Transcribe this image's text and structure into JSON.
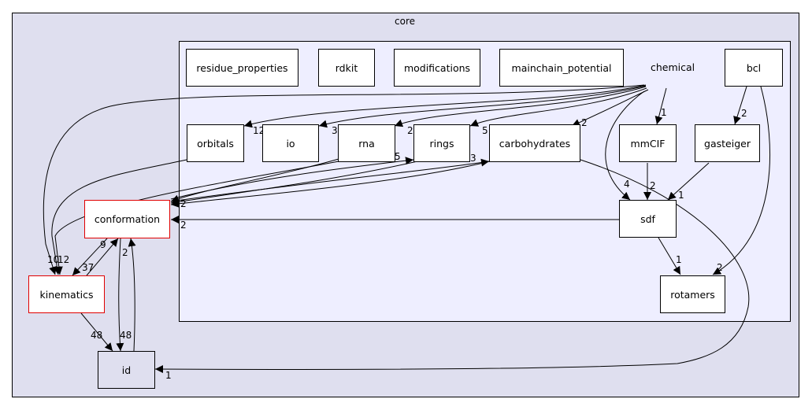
{
  "clusters": {
    "core": "core",
    "chemical": "chemical"
  },
  "nodes": {
    "residue_properties": "residue_properties",
    "rdkit": "rdkit",
    "modifications": "modifications",
    "mainchain_potential": "mainchain_potential",
    "bcl": "bcl",
    "orbitals": "orbitals",
    "io": "io",
    "rna": "rna",
    "rings": "rings",
    "carbohydrates": "carbohydrates",
    "mmCIF": "mmCIF",
    "gasteiger": "gasteiger",
    "sdf": "sdf",
    "rotamers": "rotamers",
    "conformation": "conformation",
    "kinematics": "kinematics",
    "id": "id"
  },
  "edge_labels": {
    "chem_orbitals": "12",
    "chem_io": "3",
    "chem_rna": "2",
    "chem_rings": "5",
    "chem_carbohydrates": "2",
    "chem_mmcif": "1",
    "chem_sdf": "4",
    "chem_kinematics": "10",
    "orbitals_kinematics": "12",
    "bcl_gasteiger": "2",
    "bcl_rotamers": "2",
    "mmcif_sdf": "2",
    "gasteiger_sdf": "1",
    "sdf_rotamers": "1",
    "sdf_conformation": "2",
    "rna_conformation": "2",
    "conformation_rings": "5",
    "conformation_carbohydrates": "3",
    "carbohydrates_id": "1",
    "kinematics_conformation": "9",
    "conformation_kinematics": "37",
    "conformation_id": "2",
    "kinematics_id": "48",
    "id_conformation": "48"
  },
  "colors": {
    "core_fill": "#dfdfef",
    "chemical_fill": "#eeeeff",
    "highlight_border": "#e00000"
  }
}
